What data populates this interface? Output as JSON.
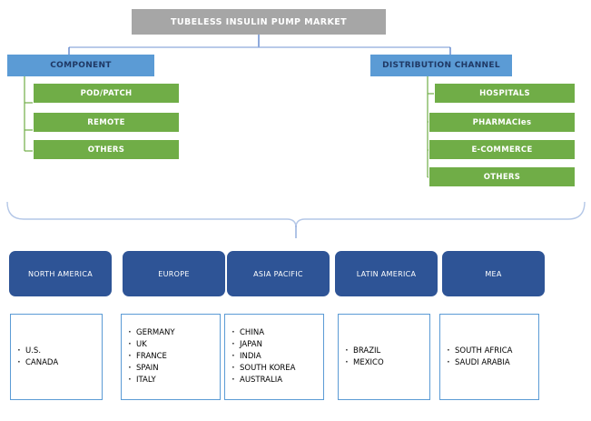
{
  "root": {
    "label": "TUBELESS INSULIN  PUMP MARKET"
  },
  "categories": [
    {
      "id": "component",
      "label": "COMPONENT",
      "children": [
        {
          "label": "POD/PATCH"
        },
        {
          "label": "REMOTE"
        },
        {
          "label": "OTHERS"
        }
      ]
    },
    {
      "id": "distribution-channel",
      "label": "DISTRIBUTION CHANNEL",
      "children": [
        {
          "label": "HOSPITALS"
        },
        {
          "label": "PHARMACIes"
        },
        {
          "label": "E-COMMERCE"
        },
        {
          "label": "OTHERS"
        }
      ]
    }
  ],
  "regions": [
    {
      "id": "north-america",
      "label": "NORTH AMERICA",
      "countries": [
        "U.S.",
        "CANADA"
      ]
    },
    {
      "id": "europe",
      "label": "EUROPE",
      "countries": [
        "GERMANY",
        "UK",
        "FRANCE",
        "SPAIN",
        "ITALY"
      ]
    },
    {
      "id": "asia-pacific",
      "label": "ASIA PACIFIC",
      "countries": [
        "CHINA",
        "JAPAN",
        "INDIA",
        "SOUTH KOREA",
        "AUSTRALIA"
      ]
    },
    {
      "id": "latin-america",
      "label": "LATIN AMERICA",
      "countries": [
        "BRAZIL",
        "MEXICO"
      ]
    },
    {
      "id": "mea",
      "label": "MEA",
      "countries": [
        "SOUTH AFRICA",
        "SAUDI ARABIA"
      ]
    }
  ],
  "colors": {
    "root_fill": "#a6a6a6",
    "category_fill": "#5b9bd5",
    "category_text": "#1f3864",
    "leaf_fill": "#70ad47",
    "region_fill": "#2e5496",
    "country_border": "#5b9bd5",
    "connector_blue": "#4472c4",
    "connector_light": "#b4c7e7",
    "connector_green": "#70ad47"
  }
}
